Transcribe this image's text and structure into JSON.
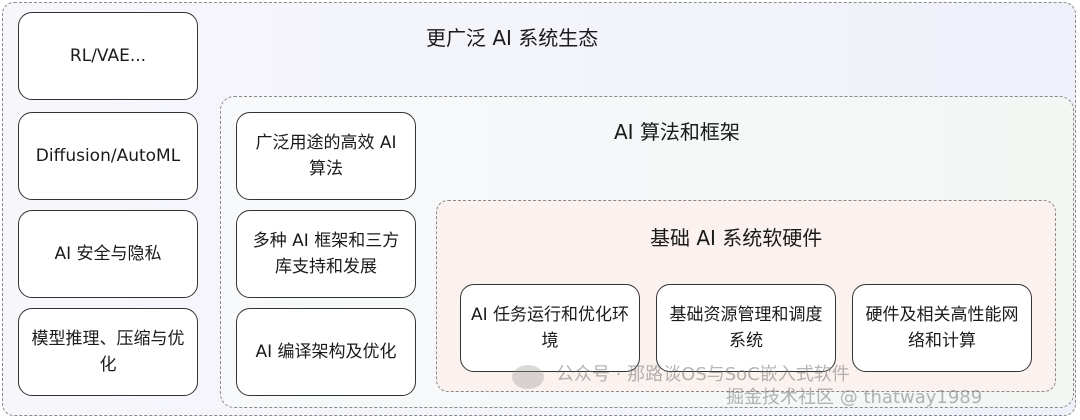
{
  "outer": {
    "title": "更广泛 AI 系统生态",
    "left_column": [
      "RL/VAE...",
      "Diffusion/AutoML",
      "AI 安全与隐私",
      "模型推理、压缩与优化"
    ]
  },
  "mid": {
    "title": "AI 算法和框架",
    "left_column": [
      "广泛用途的高效 AI 算法",
      "多种 AI 框架和三方库支持和发展",
      "AI 编译架构及优化"
    ]
  },
  "inner": {
    "title": "基础 AI 系统软硬件",
    "boxes": [
      "AI 任务运行和优化环境",
      "基础资源管理和调度系统",
      "硬件及相关高性能网络和计算"
    ]
  },
  "watermark": {
    "line1": "公众号 · 那路谈OS与SoC嵌入式软件",
    "line2": "掘金技术社区 @ thatway1989"
  }
}
